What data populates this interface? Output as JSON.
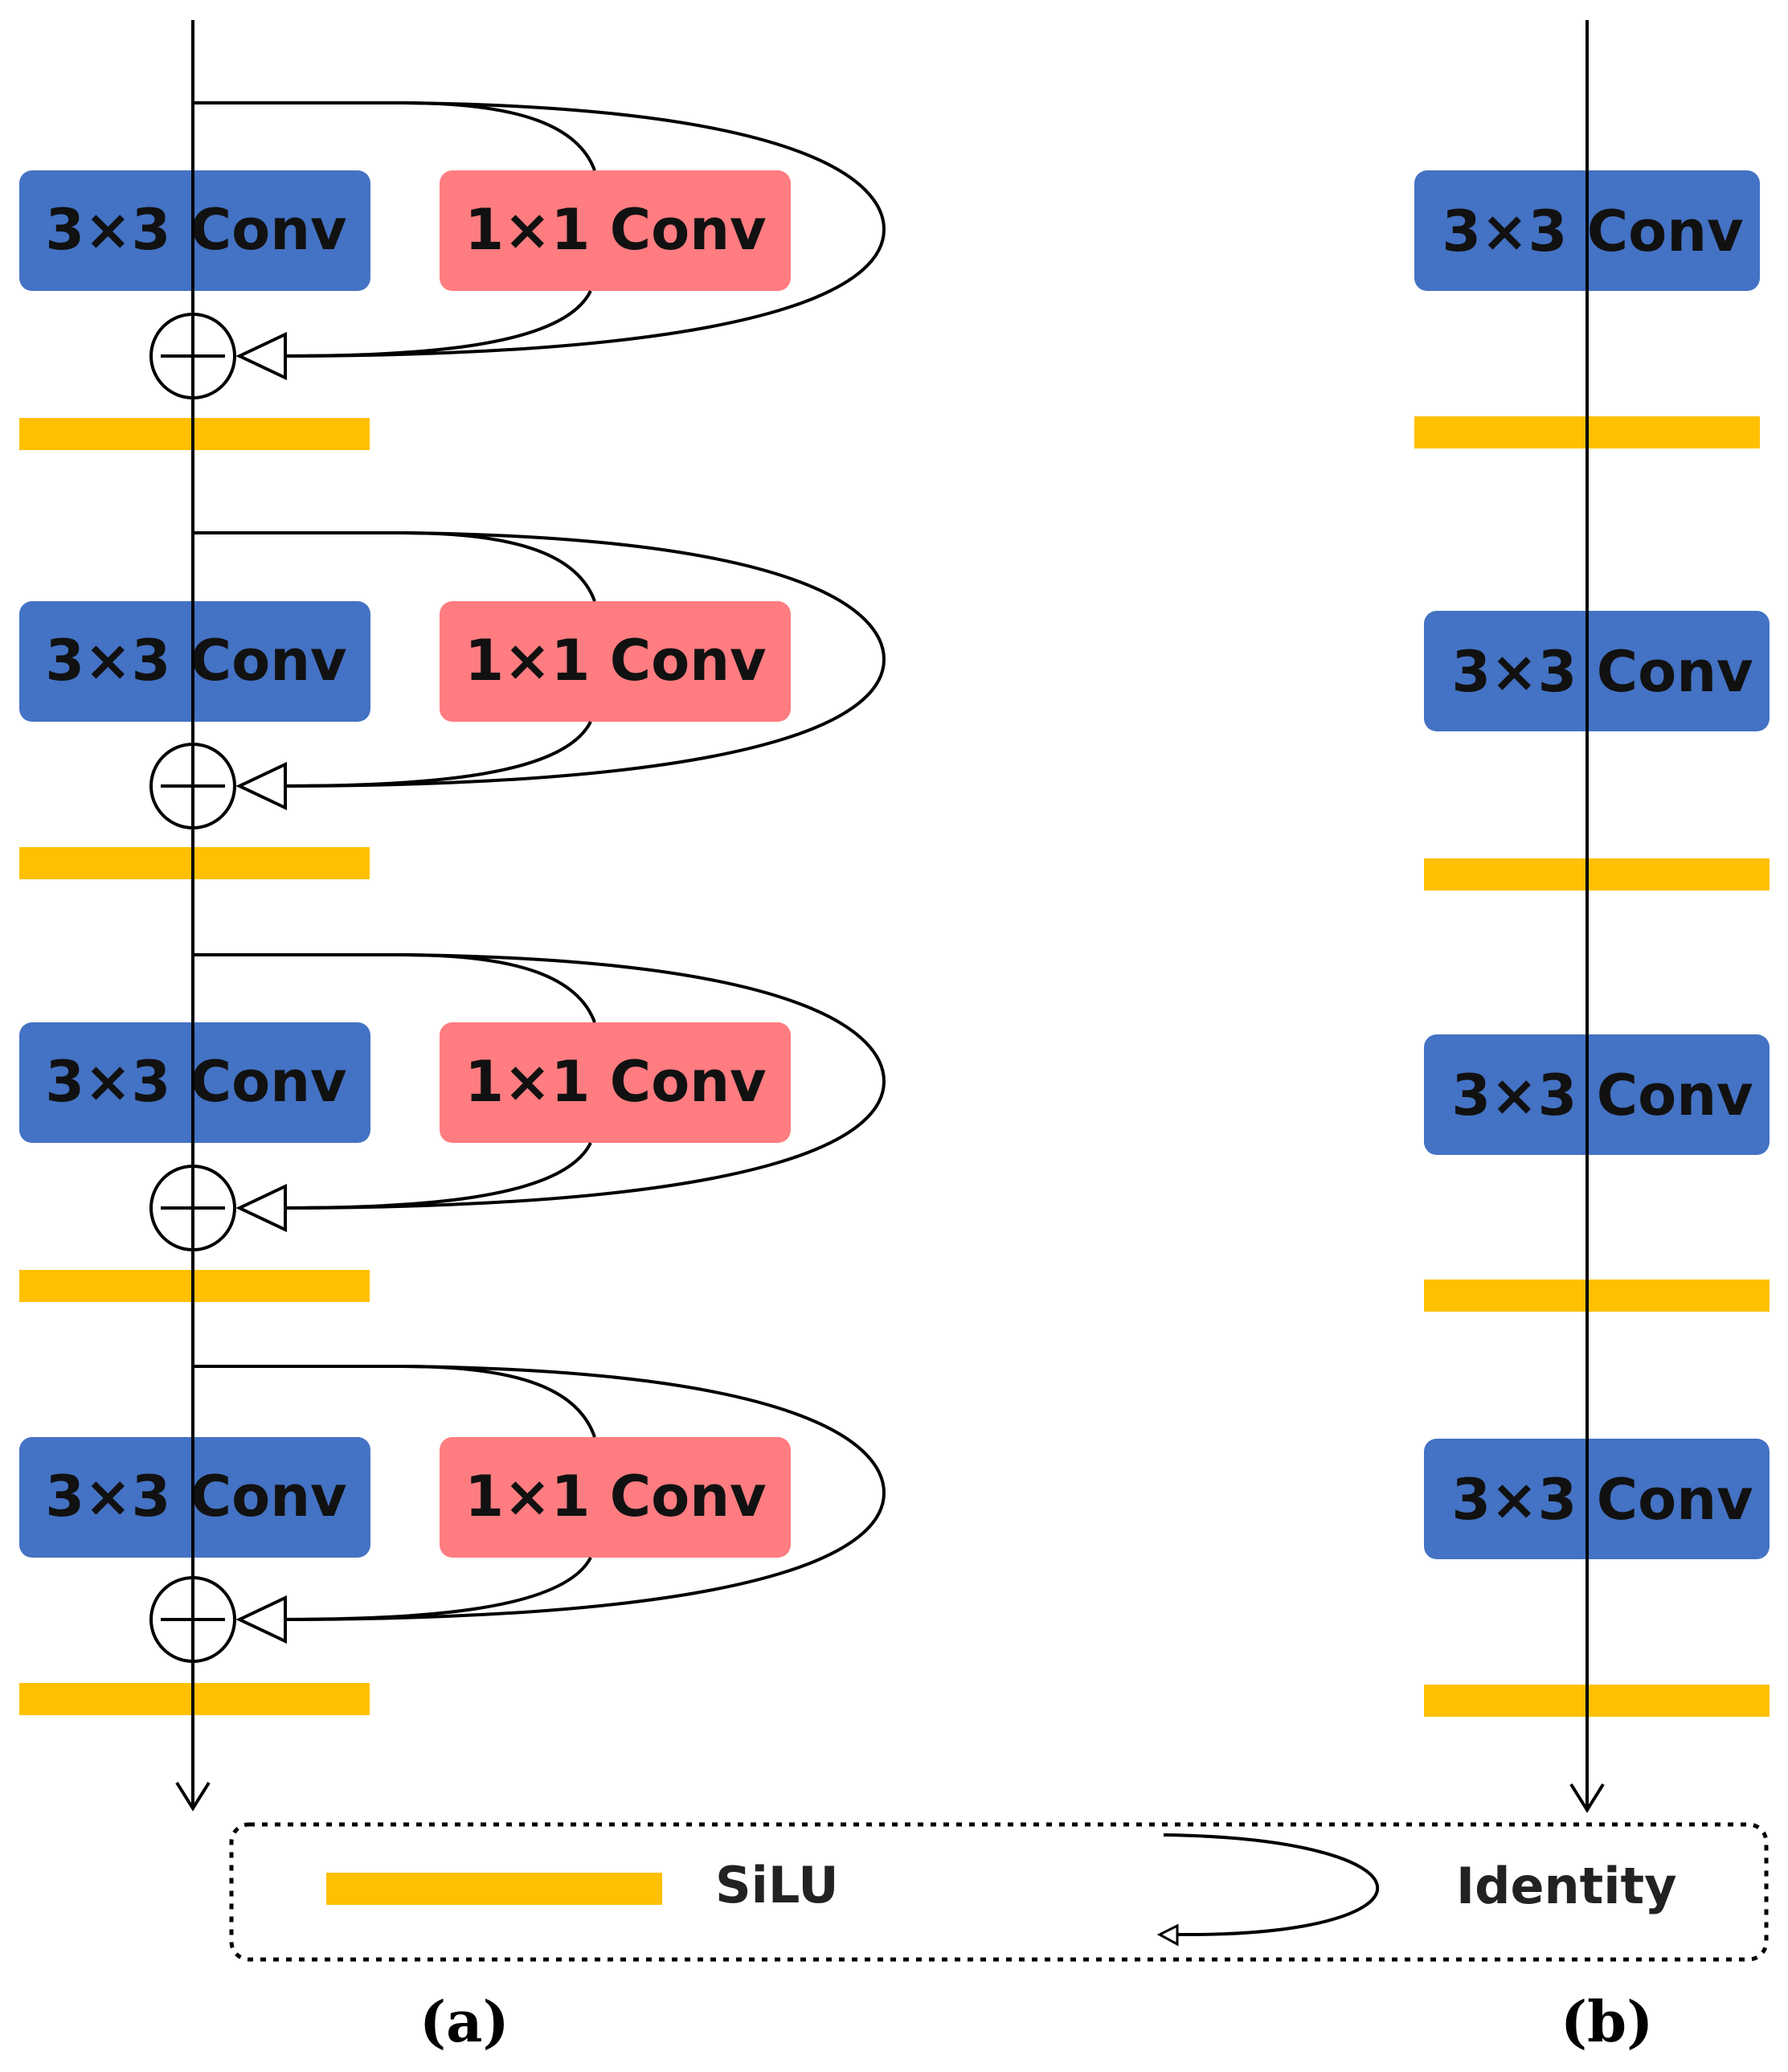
{
  "colors": {
    "conv3x3": "#4472C4",
    "conv1x1": "#FF7C80",
    "silu": "#FFC000",
    "line": "#000000"
  },
  "labels": {
    "conv3x3": "3×3 Conv",
    "conv1x1": "1×1 Conv"
  },
  "legend": {
    "silu": "SiLU",
    "identity": "Identity"
  },
  "captions": {
    "a": "(a)",
    "b": "(b)"
  },
  "icons": [
    "add-circle-icon",
    "arrow-down-icon",
    "arrow-open-triangle-icon"
  ]
}
